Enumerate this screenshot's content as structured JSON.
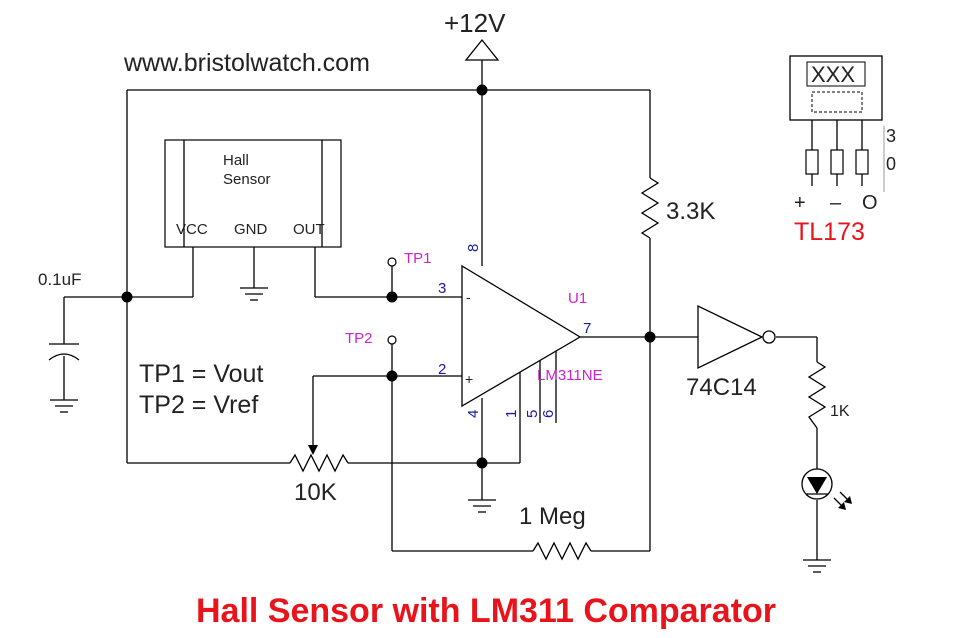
{
  "website": "www.bristolwatch.com",
  "supply_label": "+12V",
  "title": "Hall Sensor with LM311 Comparator",
  "hall_sensor": {
    "name_line1": "Hall",
    "name_line2": "Sensor",
    "pins": [
      "VCC",
      "GND",
      "OUT"
    ]
  },
  "components": {
    "capacitor": "0.1uF",
    "pullup_resistor": "3.3K",
    "potentiometer": "10K",
    "feedback_resistor": "1 Meg",
    "led_resistor": "1K",
    "inverter": "74C14",
    "comparator_ref": "U1",
    "comparator_part": "LM311NE"
  },
  "comparator_pins": {
    "inv": "3",
    "noninv": "2",
    "vplus": "8",
    "vminus": "4",
    "output": "7",
    "gnd": "1",
    "bal1": "5",
    "bal2": "6",
    "inv_sign": "-",
    "noninv_sign": "+"
  },
  "test_points": [
    "TP1",
    "TP2"
  ],
  "notes": [
    "TP1 = Vout",
    "TP2 = Vref"
  ],
  "package": {
    "marking": "XXX",
    "part": "TL173",
    "pin_labels": [
      "+",
      "–",
      "O"
    ],
    "side_text": [
      "3",
      "0"
    ]
  },
  "colors": {
    "title": "#e8141b",
    "package_part": "#e8141b",
    "pin_numbers": "#1a1aa6",
    "magenta": "#cc22cc",
    "wire": "#000000"
  }
}
